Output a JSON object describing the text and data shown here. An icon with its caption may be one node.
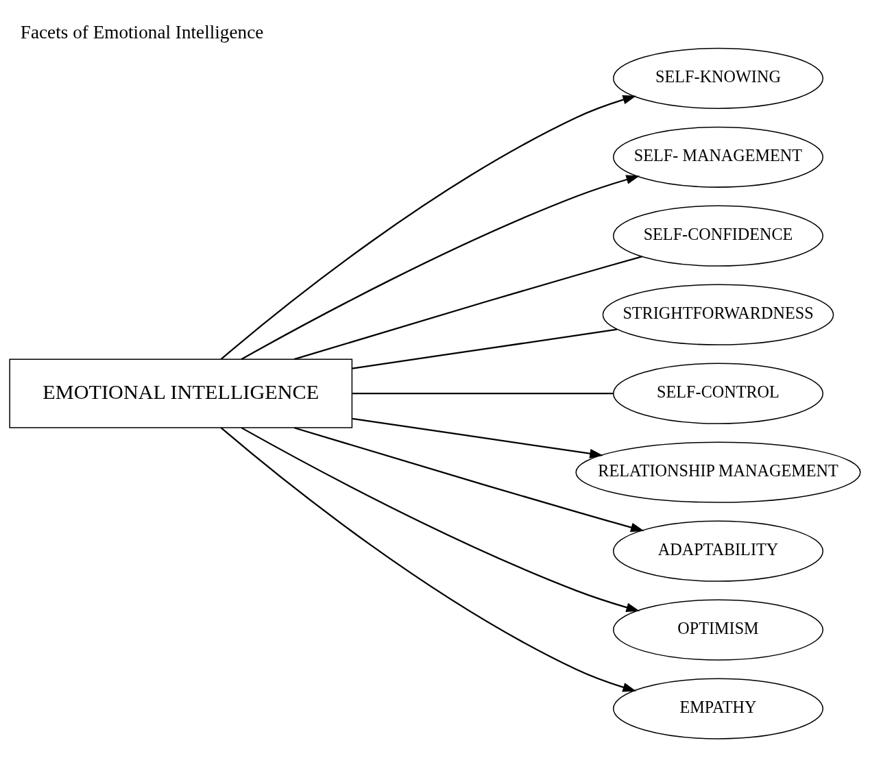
{
  "diagram": {
    "title": "Facets of Emotional Intelligence",
    "nodes": [
      {
        "text": [
          "EMOTIONAL INTELLIGENCE"
        ]
      },
      {
        "text": [
          "SELF-KNOWING"
        ]
      },
      {
        "text": [
          "SELF- MANAGEMENT"
        ]
      },
      {
        "text": [
          "SELF-CONFIDENCE"
        ]
      },
      {
        "text": [
          "STRIGHTFORWARDNESS"
        ]
      },
      {
        "text": [
          "SELF-CONTROL"
        ]
      },
      {
        "text": [
          "RELATIONSHIP MANAGEMENT"
        ]
      },
      {
        "text": [
          "ADAPTABILITY"
        ]
      },
      {
        "text": [
          "OPTIMISM"
        ]
      },
      {
        "text": [
          "EMPATHY"
        ]
      }
    ],
    "edges": [
      {
        "from": 0,
        "to": 1,
        "arrow": "to"
      },
      {
        "from": 0,
        "to": 2,
        "arrow": "to"
      },
      {
        "from": 0,
        "to": 3,
        "arrow": "none"
      },
      {
        "from": 0,
        "to": 4,
        "arrow": "none"
      },
      {
        "from": 0,
        "to": 5,
        "arrow": "none"
      },
      {
        "from": 0,
        "to": 6,
        "arrow": "to"
      },
      {
        "from": 0,
        "to": 7,
        "arrow": "to"
      },
      {
        "from": 0,
        "to": 8,
        "arrow": "to"
      },
      {
        "from": 0,
        "to": 9,
        "arrow": "to"
      }
    ]
  }
}
